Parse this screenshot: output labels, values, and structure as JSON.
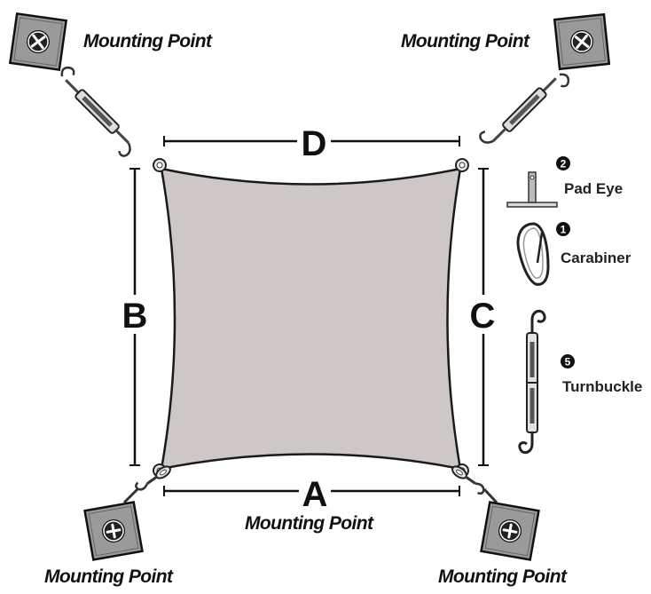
{
  "labels": {
    "mounting_point": "Mounting Point",
    "dimension_a": "A",
    "dimension_b": "B",
    "dimension_c": "C",
    "dimension_d": "D"
  },
  "legend": [
    {
      "number": "2",
      "label": "Pad Eye",
      "icon": "pad-eye-icon"
    },
    {
      "number": "1",
      "label": "Carabiner",
      "icon": "carabiner-icon"
    },
    {
      "number": "5",
      "label": "Turnbuckle",
      "icon": "turnbuckle-icon"
    }
  ],
  "colors": {
    "sail": "#cdc8c6",
    "mount": "#9a9a9a",
    "ink": "#111111"
  }
}
